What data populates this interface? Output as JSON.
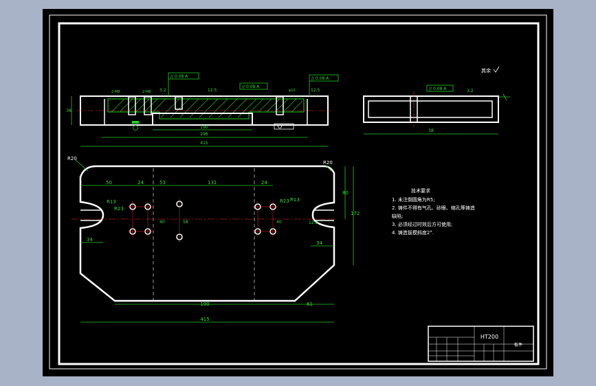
{
  "title_block": {
    "material": "HT200",
    "name": "板件"
  },
  "roughness": {
    "note": "其余"
  },
  "tech_req": {
    "title": "技术要求",
    "items": [
      "1. 未注倒圆角为R5;",
      "2. 铸件不得有气孔、砂眼、缩孔等铸造",
      "缺陷;",
      "3. 必须经过时效后方可使用;",
      "4. 铸造拔模斜度2°."
    ]
  },
  "section_view": {
    "dims": {
      "width_total": "415",
      "width_inner": "296",
      "width_mid": "190",
      "height": "38",
      "roughness_a": "3.2",
      "roughness_b": "12.5",
      "roughness_c": "12.5",
      "callout_1": "2-M8",
      "callout_2": "2-M8",
      "callout_3": "φ10"
    },
    "frames": {
      "f1": "// 0.08 A",
      "f2": "// 0.08 A",
      "f3": "// 0.08 A"
    }
  },
  "side_view": {
    "dims": {
      "width": "38",
      "roughness": "3.2"
    },
    "frame": "// 0.08 A"
  },
  "plan_view": {
    "dims": {
      "r_left": "R20",
      "r_right": "R20",
      "d50": "50",
      "d24a": "24",
      "d53": "53",
      "d131": "131",
      "d24b": "24",
      "d34a": "34",
      "d34b": "34",
      "r13a": "R13",
      "r23a": "R23",
      "r13b": "R13",
      "r23b": "R23",
      "d190": "190",
      "d61": "61",
      "d415": "415",
      "d80": "80",
      "d172": "172",
      "d40": "40",
      "d58": "58",
      "d40b": "40",
      "d128": "12.8"
    }
  }
}
